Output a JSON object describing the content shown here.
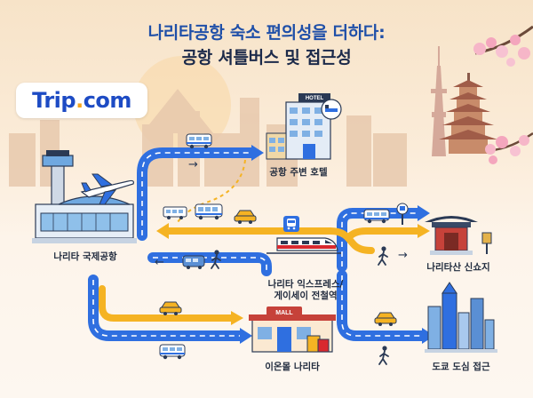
{
  "title_line1": "나리타공항 숙소 편의성을 더하다:",
  "title_line2": "공항 셔틀버스 및 접근성",
  "logo": {
    "text_main": "Trip",
    "text_dot": ".",
    "text_end": "com"
  },
  "locations": {
    "airport": "나리타 국제공항",
    "hotel": "공항 주변 호텔",
    "station_line1": "나리타 익스프레스/",
    "station_line2": "게이세이 전철역",
    "shinshoji": "나리타산 신쇼지",
    "tokyo": "도쿄 도심 접근",
    "mall": "이온몰 나리타"
  },
  "signs": {
    "hotel_sign": "HOTEL",
    "mall_sign": "MALL"
  },
  "arrow_glyph": "→",
  "arrow_left_glyph": "←",
  "colors": {
    "road_blue": "#2f6fe0",
    "road_yellow": "#f5b323",
    "title_blue": "#1f4fa8",
    "brand": "#1d4bc4"
  }
}
